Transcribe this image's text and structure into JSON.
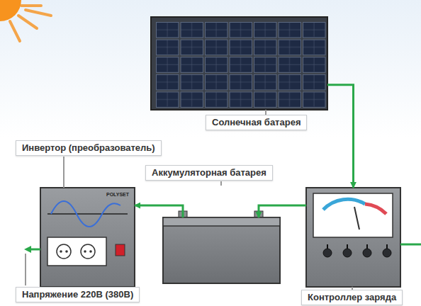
{
  "diagram": {
    "nodes": [
      {
        "text": [
          "Солнечная батарея"
        ]
      },
      {
        "text": [
          "Контроллер заряда"
        ]
      },
      {
        "text": [
          "Аккумуляторная батарея"
        ]
      },
      {
        "text": [
          "Инвертор (преобразователь)",
          "POLYSET"
        ]
      }
    ],
    "edges": [
      {
        "from": 0,
        "to": 1,
        "arrow": "to"
      },
      {
        "from": 1,
        "to": 2,
        "arrow": "to"
      },
      {
        "from": 2,
        "to": 3,
        "arrow": "to"
      }
    ],
    "labels": [
      "Напряжение 220В (380В)"
    ]
  }
}
